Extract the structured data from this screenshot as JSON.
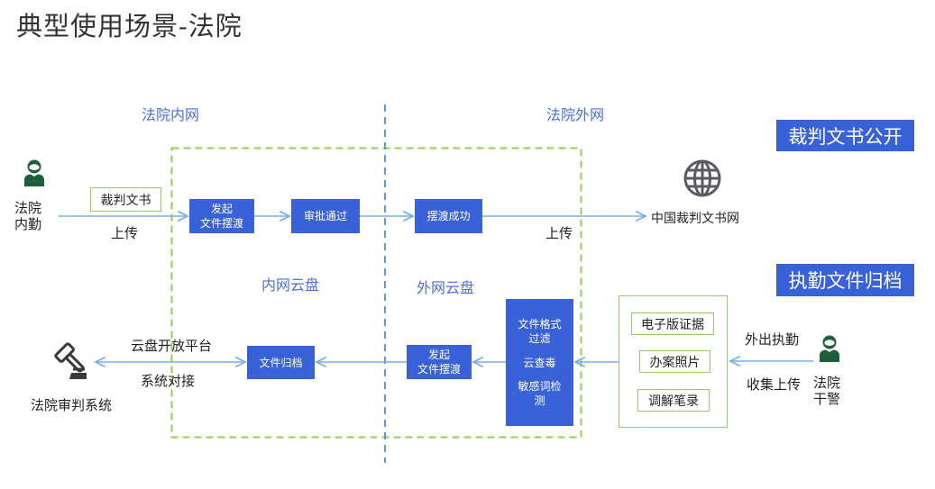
{
  "title": "典型使用场景-法院",
  "zones": {
    "intranet": "法院内网",
    "extranet": "法院外网",
    "intranet_cloud": "内网云盘",
    "extranet_cloud": "外网云盘"
  },
  "tags": {
    "judgment_public": "裁判文书公开",
    "duty_archive": "执勤文件归档"
  },
  "flow_top": {
    "actor": {
      "label_line1": "法院",
      "label_line2": "内勤",
      "icon": "user-icon"
    },
    "document_label": "裁判文书",
    "upload_label": "上传",
    "steps": [
      {
        "line1": "发起",
        "line2": "文件摆渡"
      },
      {
        "line1": "审批通过"
      },
      {
        "line1": "摆渡成功"
      }
    ],
    "upload_label_right": "上传",
    "destination": {
      "label": "中国裁判文书网",
      "icon": "globe-icon"
    }
  },
  "flow_bottom": {
    "system": {
      "label": "法院审判系统",
      "icon": "gavel-icon"
    },
    "link_label_top": "云盘开放平台",
    "link_label_bottom": "系统对接",
    "archive_step": "文件归档",
    "transfer_step": {
      "line1": "发起",
      "line2": "文件摆渡"
    },
    "checks": [
      {
        "line1": "文件格式",
        "line2": "过滤"
      },
      {
        "line1": "云查毒"
      },
      {
        "line1": "敏感词检",
        "line2": "测"
      }
    ],
    "evidence_items": [
      "电子版证据",
      "办案照片",
      "调解笔录"
    ],
    "action_top": "外出执勤",
    "action_bottom": "收集上传",
    "actor": {
      "label_line1": "法院",
      "label_line2": "干警",
      "icon": "user-icon"
    }
  },
  "colors": {
    "box_blue": "#3a62d8",
    "zone_text": "#4a6fd6",
    "arrow": "#7aaee0",
    "divider": "#5b9bd5",
    "dashed_green": "#92d050",
    "user_green": "#1e5e3a",
    "icon_gray": "#5a5a64"
  }
}
